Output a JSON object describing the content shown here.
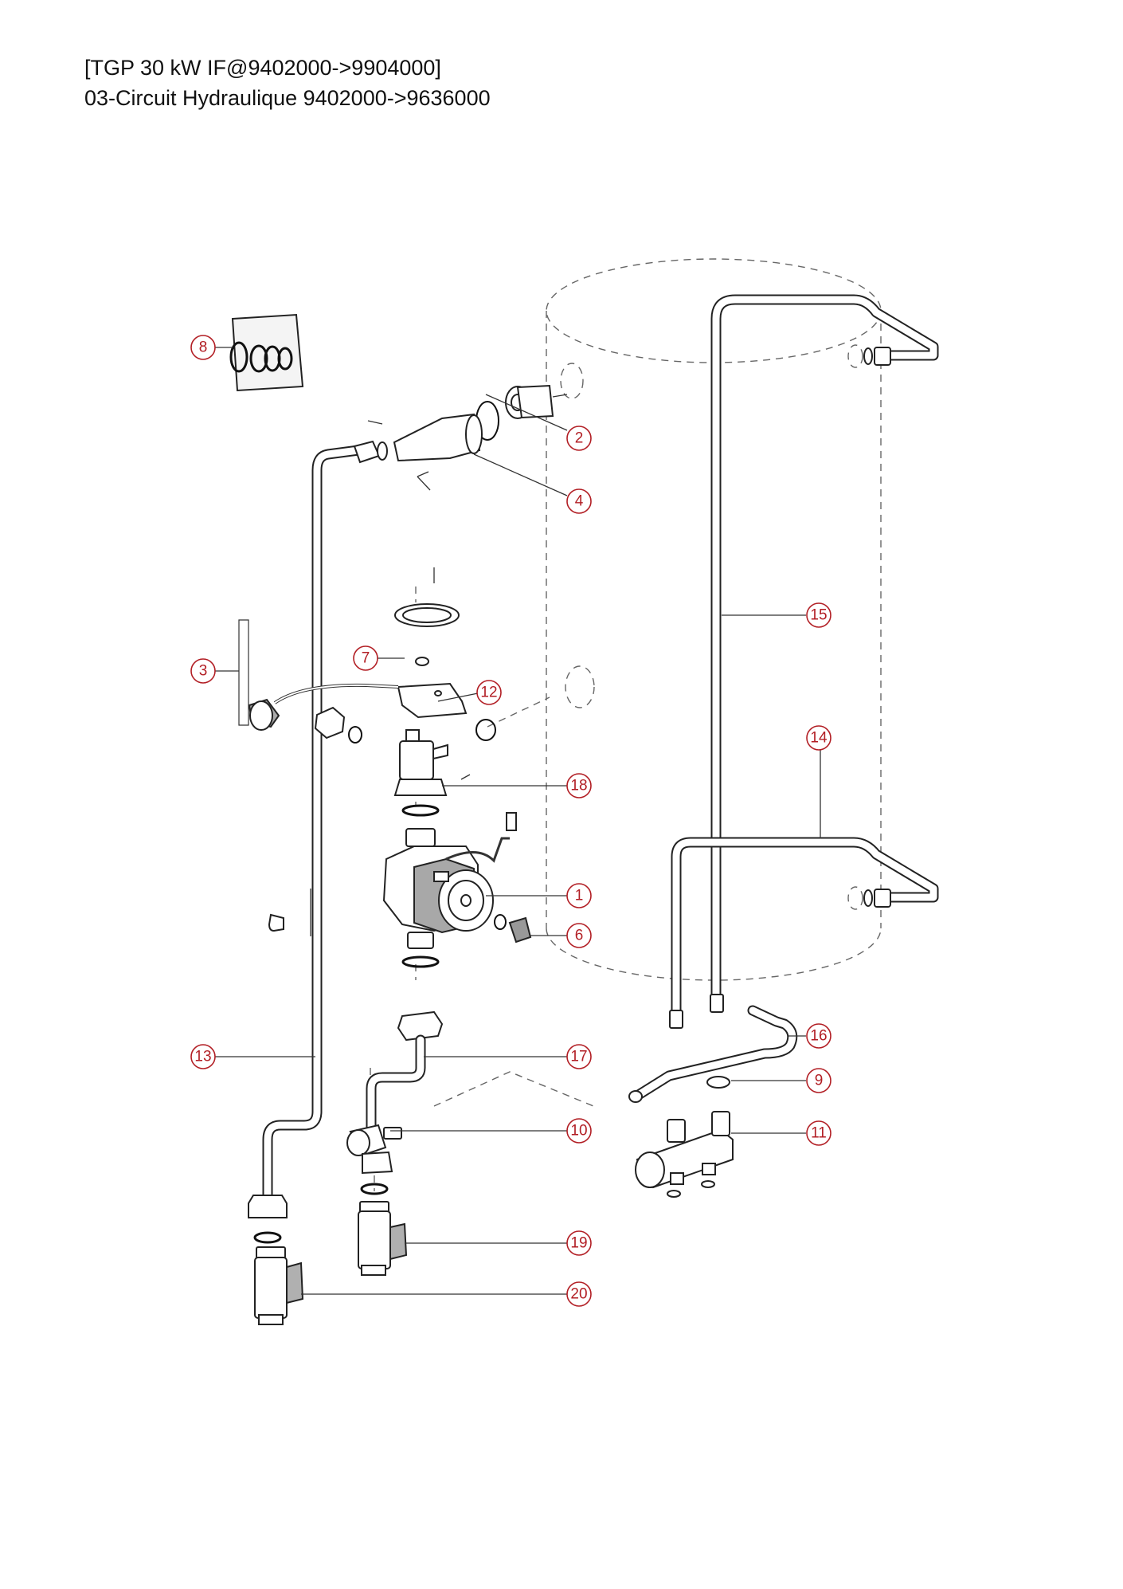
{
  "header": {
    "title": "[TGP 30 kW IF@9402000->9904000]",
    "subtitle": "03-Circuit Hydraulique 9402000->9636000"
  },
  "colors": {
    "callout": "#b21e24",
    "line": "#222222"
  },
  "callouts": [
    "1",
    "2",
    "3",
    "4",
    "6",
    "7",
    "8",
    "9",
    "10",
    "11",
    "12",
    "13",
    "14",
    "15",
    "16",
    "17",
    "18",
    "19",
    "20"
  ]
}
